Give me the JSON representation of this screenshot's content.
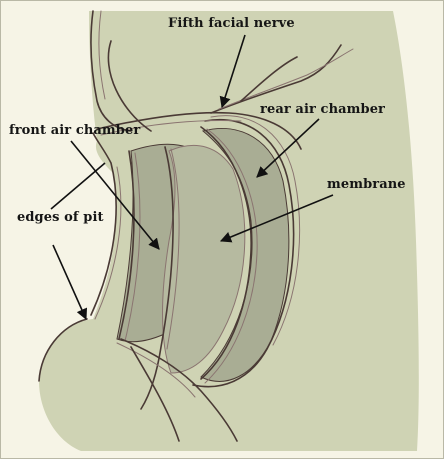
{
  "labels": {
    "fifth_facial_nerve": "Fifth facial nerve",
    "rear_air_chamber": "rear air chamber",
    "front_air_chamber": "front air chamber",
    "membrane": "membrane",
    "edges_of_pit": "edges of pit"
  },
  "colors": {
    "background": "#f6f4e6",
    "head_fill": "#cfd3b4",
    "chamber_fill": "#a9ad94",
    "membrane_fill": "#b6baa0",
    "outline": "#4a3a35",
    "outline_light": "#8a7470",
    "arrow": "#111111"
  }
}
